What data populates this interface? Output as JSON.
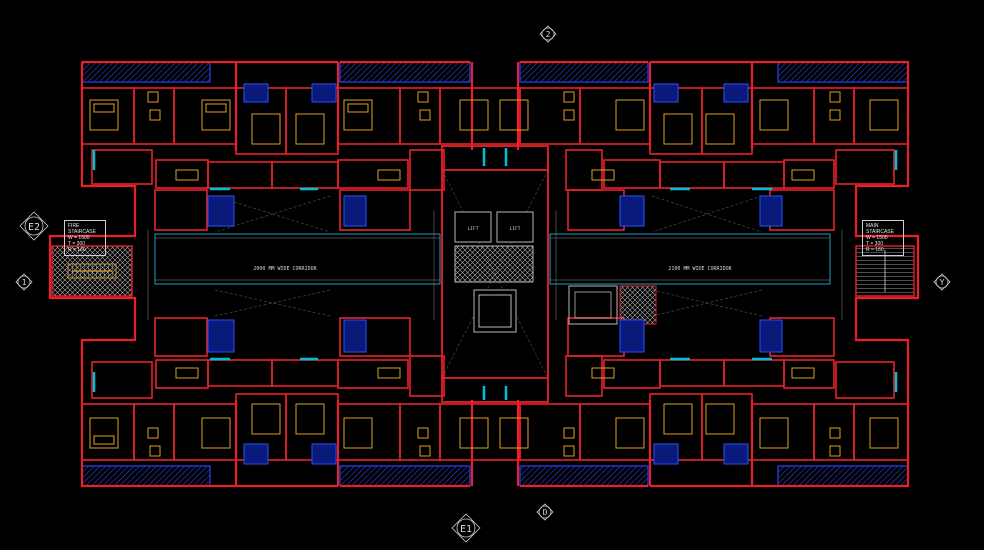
{
  "grid_markers": {
    "top": "2",
    "bottom_a": "D",
    "bottom_b": "E1",
    "left_a": "E2",
    "left_b": "1",
    "right": "Y"
  },
  "left_staircase_note": [
    "FIRE STAIRCASE",
    "W = 1500",
    "T = 300",
    "R = 160"
  ],
  "right_staircase_note": [
    "MAIN STAIRCASE",
    "W = 1500",
    "T = 300",
    "R = 160"
  ],
  "corridor_left": "2000 MM WIDE CORRIDOR",
  "corridor_right": "2100 MM WIDE CORRIDOR",
  "lift_label": "LIFT",
  "colors": {
    "wall": "#e8202a",
    "wall_alt": "#ff3333",
    "blue": "#1e3bd6",
    "cyan": "#00c0d8",
    "furniture": "#e0a020",
    "hatch": "#c0c0c0",
    "line_grey": "#8a8a8a"
  }
}
